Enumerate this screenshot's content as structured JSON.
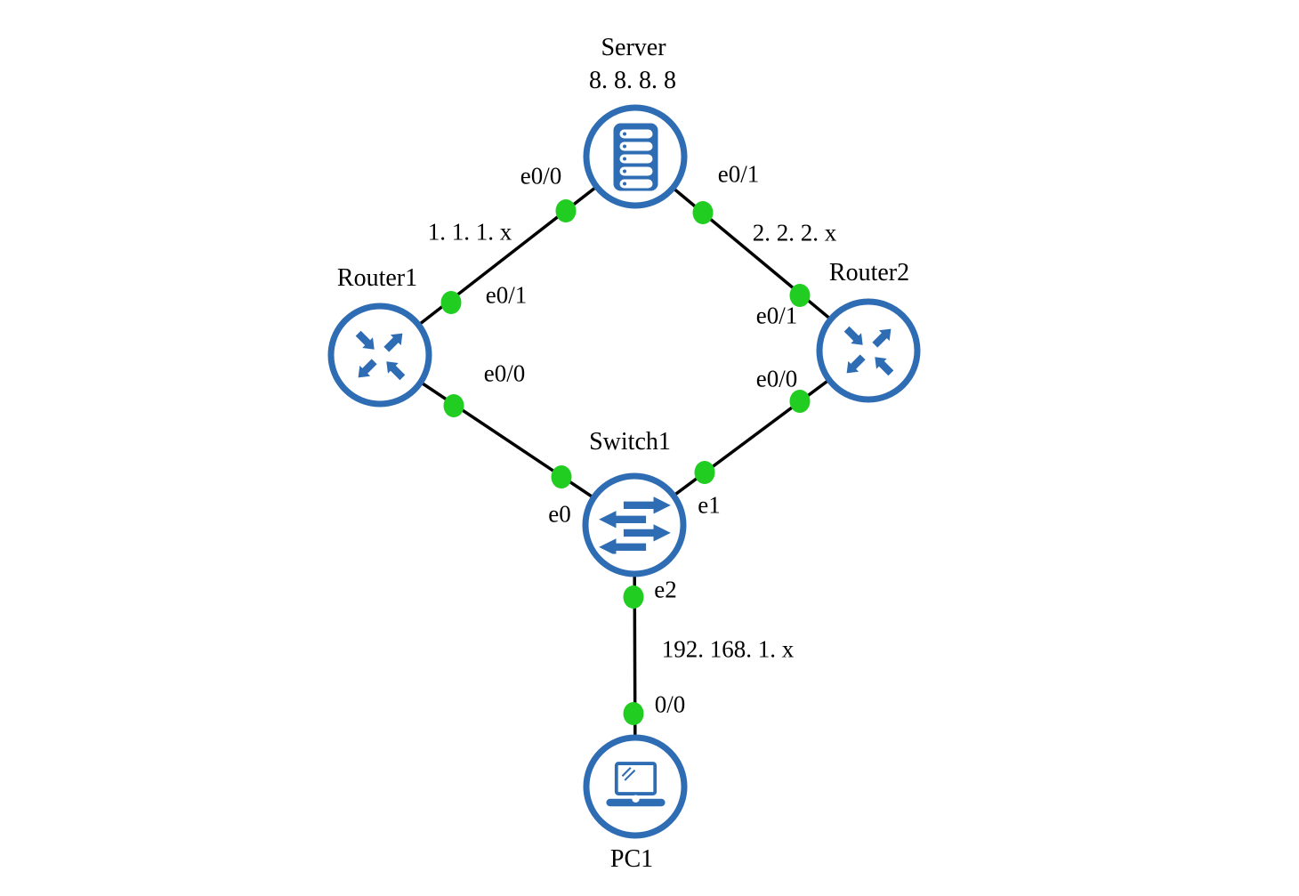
{
  "diagram": {
    "kind": "network-topology",
    "colors": {
      "device_blue": "#2E6CB4",
      "link_black": "#000000",
      "port_green": "#22CD22",
      "background": "#FFFFFF",
      "text_black": "#000000"
    },
    "nodes": [
      {
        "id": "server",
        "label": "Server",
        "ip": "8. 8. 8. 8",
        "type": "server",
        "icon": "server-icon"
      },
      {
        "id": "router1",
        "label": "Router1",
        "type": "router",
        "icon": "router-icon"
      },
      {
        "id": "router2",
        "label": "Router2",
        "type": "router",
        "icon": "router-icon"
      },
      {
        "id": "switch1",
        "label": "Switch1",
        "type": "switch",
        "icon": "switch-icon"
      },
      {
        "id": "pc1",
        "label": "PC1",
        "type": "pc",
        "icon": "laptop-icon"
      }
    ],
    "links": [
      {
        "from": "Server",
        "from_port": "e0/0",
        "to": "Router1",
        "to_port": "e0/1",
        "subnet": "1. 1. 1. x"
      },
      {
        "from": "Server",
        "from_port": "e0/1",
        "to": "Router2",
        "to_port": "e0/1",
        "subnet": "2. 2. 2. x"
      },
      {
        "from": "Router1",
        "from_port": "e0/0",
        "to": "Switch1",
        "to_port": "e0",
        "subnet": ""
      },
      {
        "from": "Router2",
        "from_port": "e0/0",
        "to": "Switch1",
        "to_port": "e1",
        "subnet": ""
      },
      {
        "from": "Switch1",
        "from_port": "e2",
        "to": "PC1",
        "to_port": "0/0",
        "subnet": "192. 168. 1. x"
      }
    ]
  }
}
